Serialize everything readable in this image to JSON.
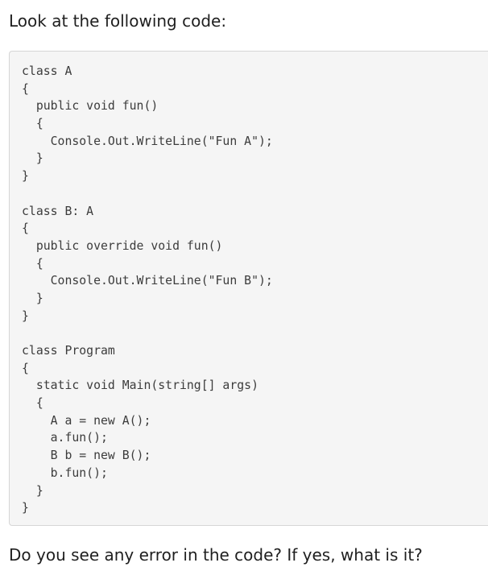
{
  "intro": "Look at the following code:",
  "code_lines": [
    "class A",
    "{",
    "  public void fun()",
    "  {",
    "    Console.Out.WriteLine(\"Fun A\");",
    "  }",
    "}",
    "",
    "class B: A",
    "{",
    "  public override void fun()",
    "  {",
    "    Console.Out.WriteLine(\"Fun B\");",
    "  }",
    "}",
    "",
    "class Program",
    "{",
    "  static void Main(string[] args)",
    "  {",
    "    A a = new A();",
    "    a.fun();",
    "    B b = new B();",
    "    b.fun();",
    "  }",
    "}"
  ],
  "question": "Do you see any error in the code? If yes, what is it?"
}
